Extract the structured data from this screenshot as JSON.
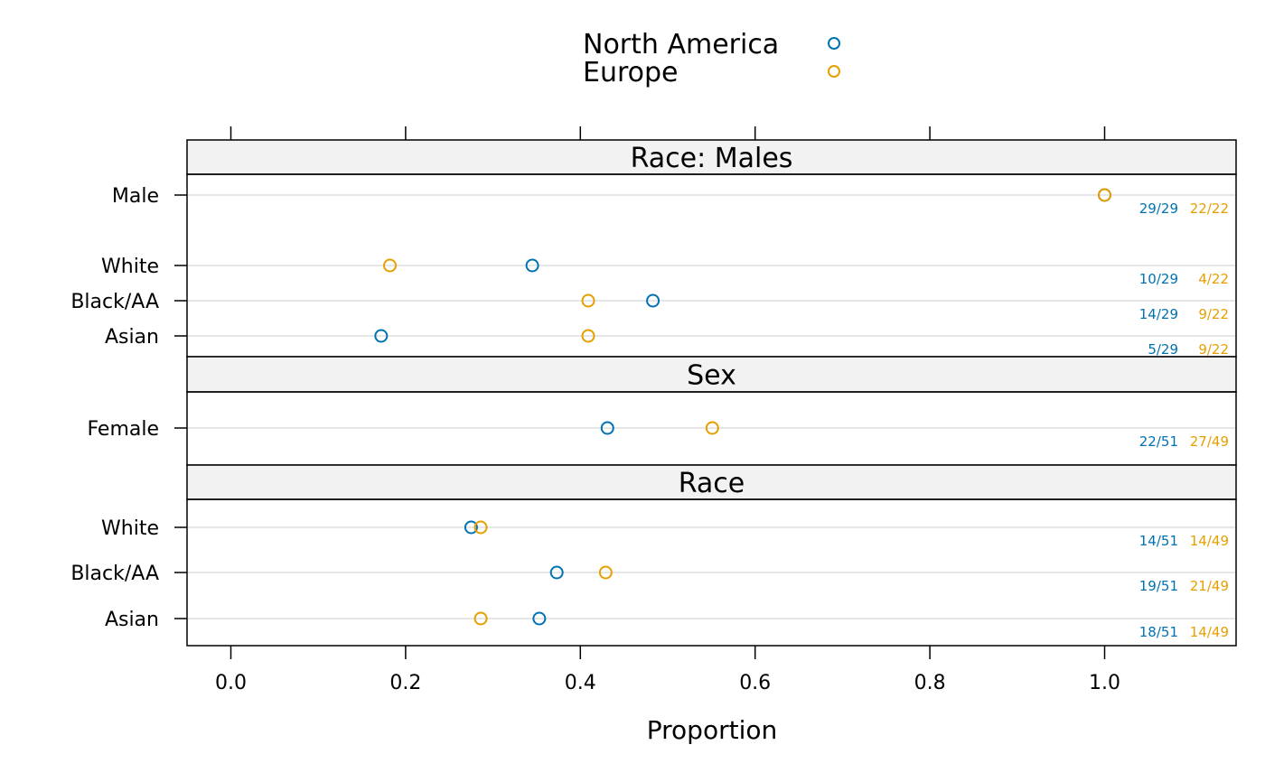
{
  "chart_data": {
    "type": "scatter",
    "xlabel": "Proportion",
    "xlim": [
      -0.05,
      1.15
    ],
    "xticks": [
      0.0,
      0.2,
      0.4,
      0.6,
      0.8,
      1.0
    ],
    "xtick_labels": [
      "0.0",
      "0.2",
      "0.4",
      "0.6",
      "0.8",
      "1.0"
    ],
    "legend": {
      "placement": "top-center"
    },
    "grid": "horizontal reference lines",
    "series": [
      {
        "name": "North America",
        "color": "#0072B2",
        "marker": "open-circle"
      },
      {
        "name": "Europe",
        "color": "#E69F00",
        "marker": "open-circle"
      }
    ],
    "panels": [
      {
        "title": "Race: Males",
        "rows": [
          {
            "label": "Male",
            "values": [
              1.0,
              1.0
            ],
            "counts": [
              "29/29",
              "22/22"
            ]
          },
          {
            "label": "White",
            "values": [
              0.345,
              0.182
            ],
            "counts": [
              "10/29",
              "4/22"
            ]
          },
          {
            "label": "Black/AA",
            "values": [
              0.483,
              0.409
            ],
            "counts": [
              "14/29",
              "9/22"
            ]
          },
          {
            "label": "Asian",
            "values": [
              0.172,
              0.409
            ],
            "counts": [
              "5/29",
              "9/22"
            ]
          }
        ]
      },
      {
        "title": "Sex",
        "rows": [
          {
            "label": "Female",
            "values": [
              0.431,
              0.551
            ],
            "counts": [
              "22/51",
              "27/49"
            ]
          }
        ]
      },
      {
        "title": "Race",
        "rows": [
          {
            "label": "White",
            "values": [
              0.275,
              0.286
            ],
            "counts": [
              "14/51",
              "14/49"
            ]
          },
          {
            "label": "Black/AA",
            "values": [
              0.373,
              0.429
            ],
            "counts": [
              "19/51",
              "21/49"
            ]
          },
          {
            "label": "Asian",
            "values": [
              0.353,
              0.286
            ],
            "counts": [
              "18/51",
              "14/49"
            ]
          }
        ]
      }
    ]
  }
}
